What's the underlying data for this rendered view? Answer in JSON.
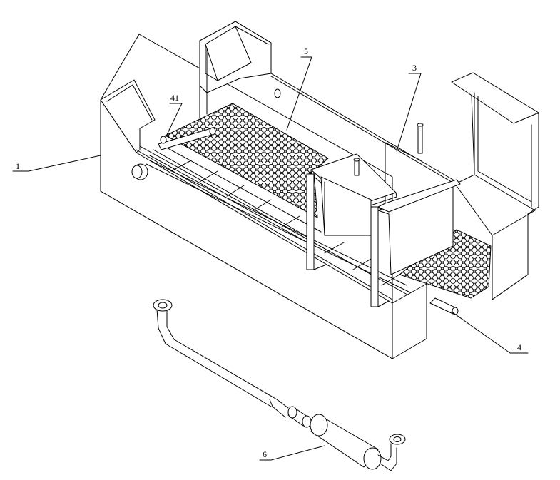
{
  "labels": {
    "part_1": "1",
    "part_3": "3",
    "part_4": "4",
    "part_5": "5",
    "part_6": "6",
    "part_41": "41"
  }
}
